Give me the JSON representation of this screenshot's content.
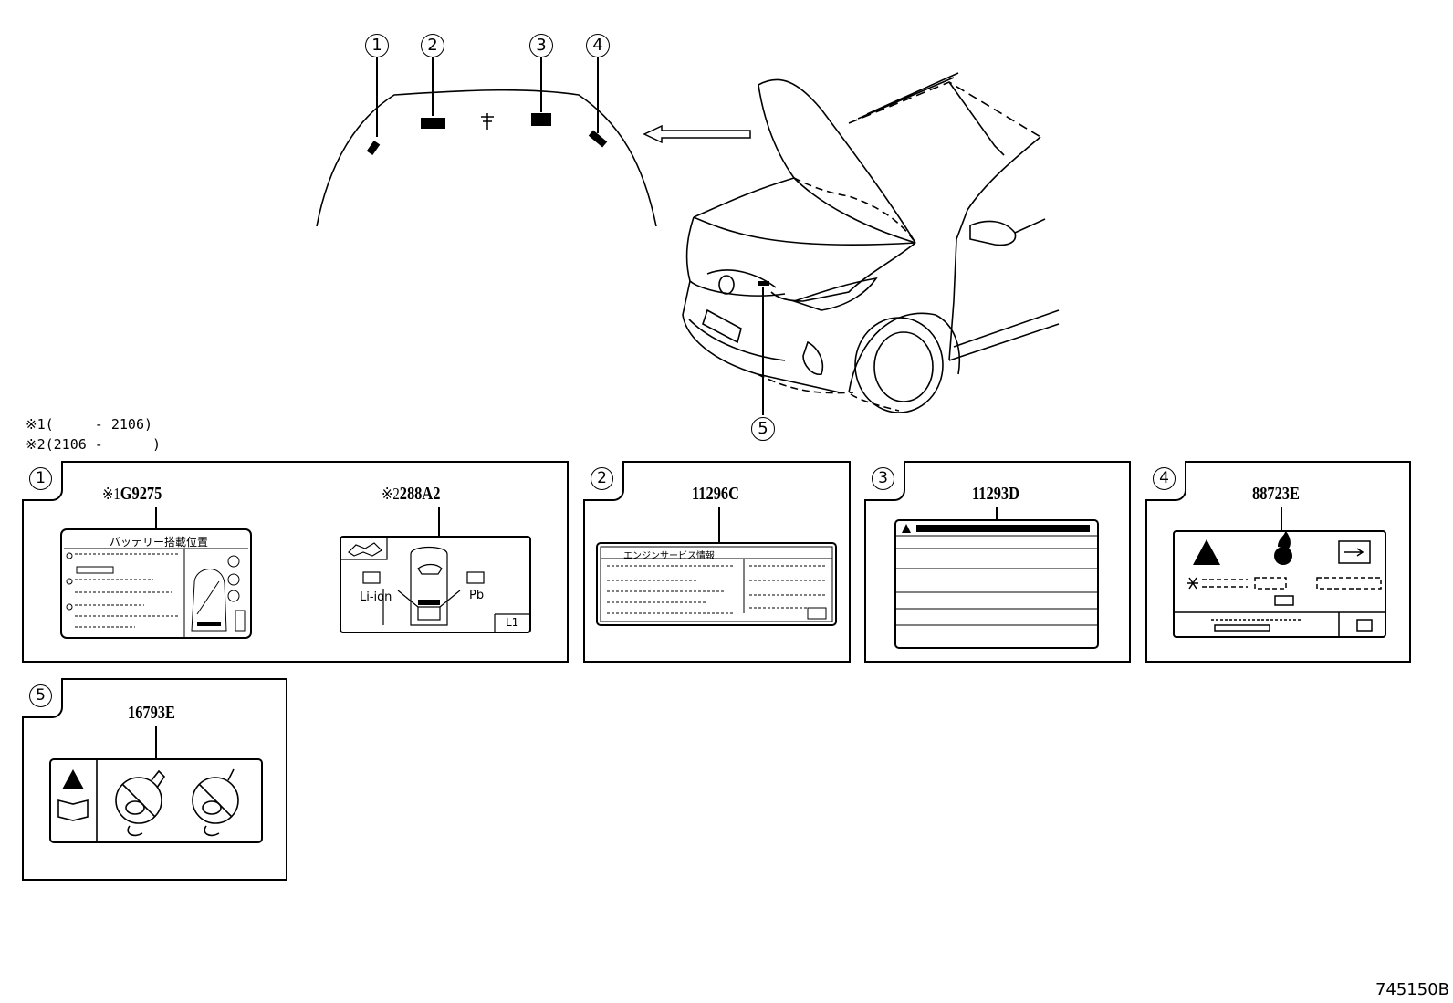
{
  "callouts": {
    "top": [
      "1",
      "2",
      "3",
      "4"
    ],
    "car": "5"
  },
  "notes": {
    "note1": "※1(     - 2106)",
    "note2": "※2(2106 -      )"
  },
  "panels": {
    "p1": {
      "num": "1",
      "a_mark": "※1",
      "a_part": "G9275",
      "a_title": "バッテリー搭載位置",
      "b_mark": "※2",
      "b_part": "288A2",
      "b_li": "Li-ion",
      "b_pb": "Pb",
      "b_code": "L1"
    },
    "p2": {
      "num": "2",
      "part": "11296C",
      "title": "エンジンサービス情報"
    },
    "p3": {
      "num": "3",
      "part": "11293D"
    },
    "p4": {
      "num": "4",
      "part": "88723E"
    },
    "p5": {
      "num": "5",
      "part": "16793E"
    }
  },
  "figure_number": "745150B",
  "icons": [
    "warning-icon",
    "flame-icon",
    "manual-icon",
    "battery-icon",
    "no-touch-icon"
  ]
}
